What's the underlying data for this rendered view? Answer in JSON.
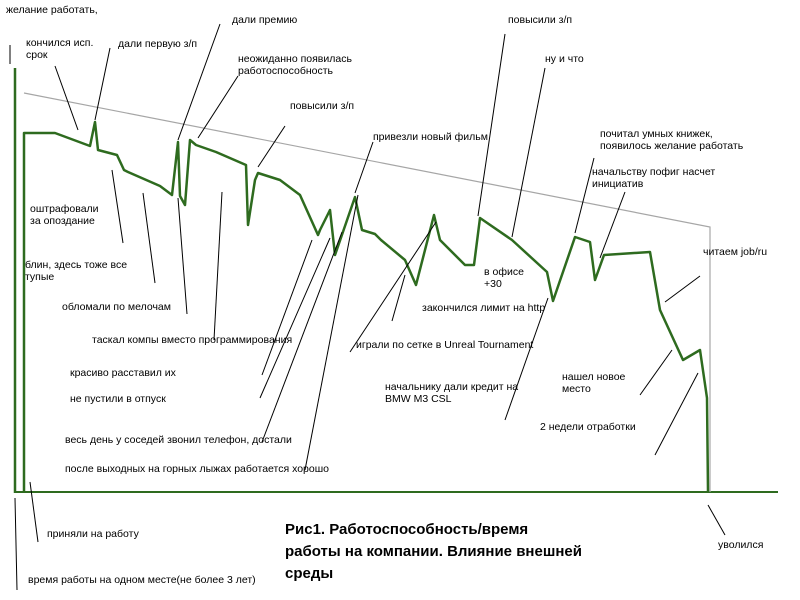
{
  "caption": [
    "Рис1. Работоспособность/время",
    "работы на компании. Влияние внешней",
    "среды"
  ],
  "y_axis_label": "желание работать,",
  "x_axis_labels": {
    "start": "приняли на работу",
    "span": "время работы на одном месте(не более 3 лет)",
    "end": "уволился"
  },
  "annotations": [
    "кончился исп. срок",
    "дали первую з/п",
    "дали премию",
    "неожиданно появилась работоспособность",
    "повысили з/п",
    "привезли новый фильм",
    "повысили з/п",
    "ну и что",
    "почитал умных книжек, появилось желание работать",
    "начальству пофиг насчет инициатив",
    "читаем job/ru",
    "оштрафовали за опоздание",
    "блин, здесь тоже все тупые",
    "обломали по мелочам",
    "таскал компы вместо программирования",
    "красиво расставил их",
    "не пустили в отпуск",
    "весь день у соседей звонил телефон, достали",
    "после выходных на горных лыжах работается хорошо",
    "играли по сетке в Unreal Tournament",
    "закончился лимит на http",
    "в офисе +30",
    "начальнику дали кредит на BMW M3 CSL",
    "нашел новое место",
    "2 недели отработки"
  ],
  "colors": {
    "curve": "#2e6b1f",
    "trend": "#a6a6a6",
    "axis": "#2e6b1f",
    "leader": "#000000"
  }
}
